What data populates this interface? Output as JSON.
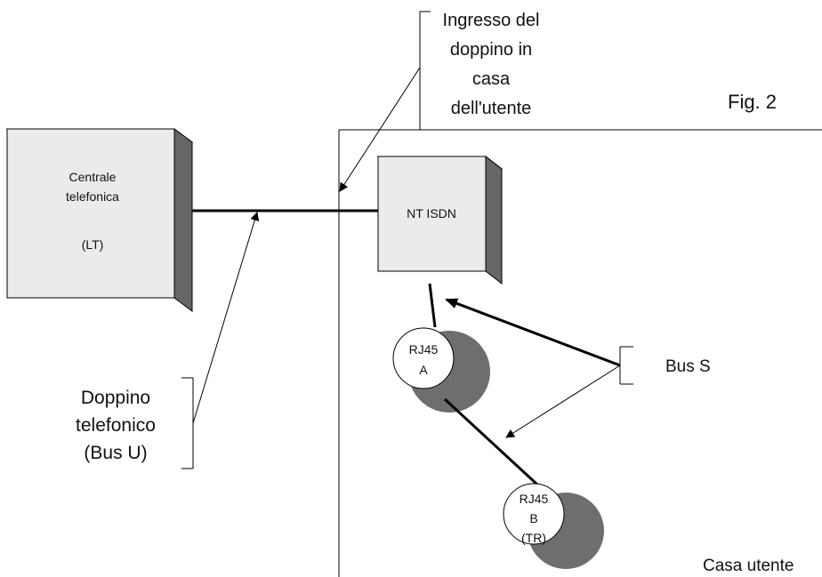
{
  "figure_label": "Fig. 2",
  "central_office": {
    "line1": "Centrale",
    "line2": "telefonica",
    "line3": "(LT)"
  },
  "nt_box": {
    "label": "NT ISDN"
  },
  "entry_annotation": {
    "line1": "Ingresso del",
    "line2": "doppino in",
    "line3": "casa",
    "line4": "dell'utente"
  },
  "twisted_pair_annotation": {
    "line1": "Doppino",
    "line2": "telefonico",
    "line3": "(Bus U)"
  },
  "socket_a": {
    "line1": "RJ45",
    "line2": "A"
  },
  "socket_b": {
    "line1": "RJ45",
    "line2": "B",
    "line3": "(TR)"
  },
  "bus_s_annotation": {
    "label": "Bus S"
  },
  "home_area": {
    "label": "Casa utente"
  },
  "colors": {
    "box_face": "#ebebeb",
    "box_side": "#666666",
    "box_top": "#c4c4c4",
    "socket_shadow": "#6e6e6e",
    "line": "#000000"
  }
}
